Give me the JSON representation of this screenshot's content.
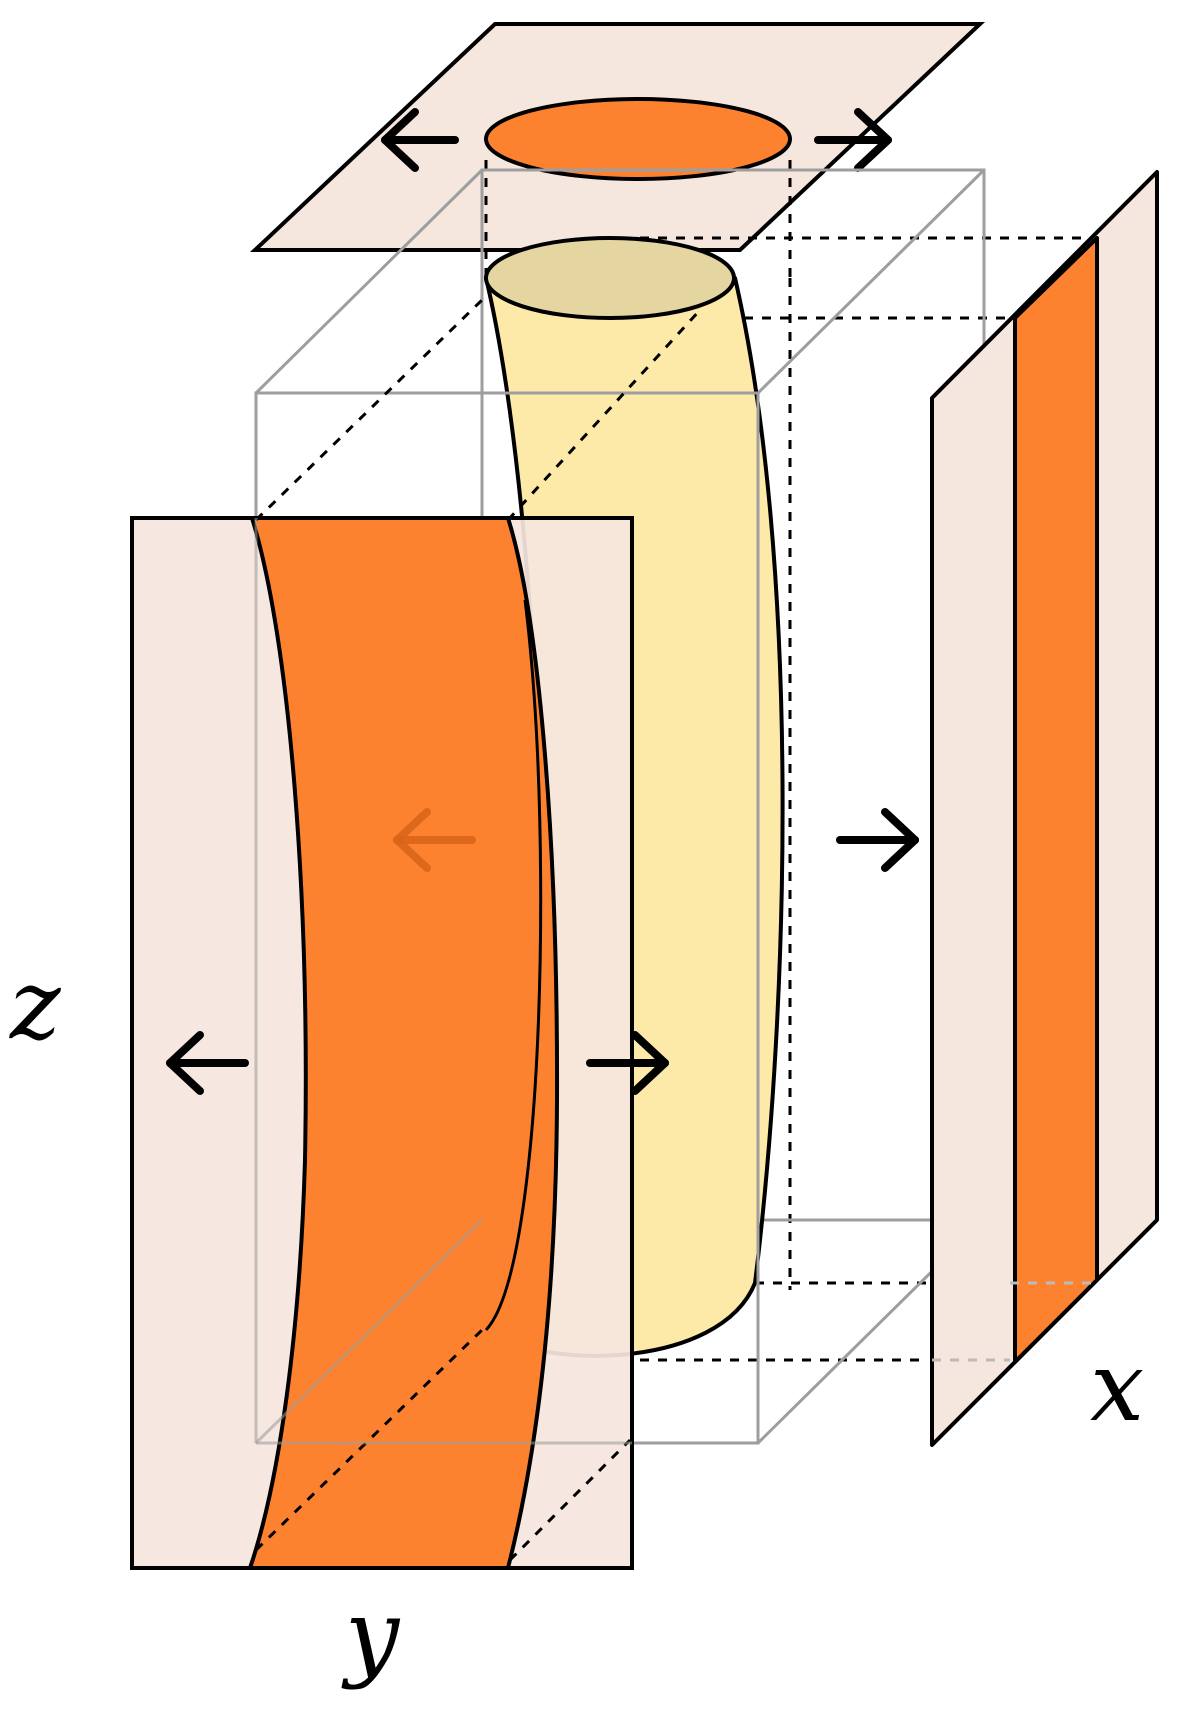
{
  "axes": {
    "x_label": "x",
    "y_label": "y",
    "z_label": "z"
  },
  "colors": {
    "projection_plane": "#f5e6de",
    "projection_shape": "#fd8230",
    "tube_fill": "#fdeaa9",
    "tube_top": "#e5d6a1",
    "box_edge": "#9e9e9e",
    "outline": "#000000",
    "hidden_arrow": "#d9641a"
  },
  "icons": [
    "arrow-left-icon",
    "arrow-right-icon"
  ]
}
